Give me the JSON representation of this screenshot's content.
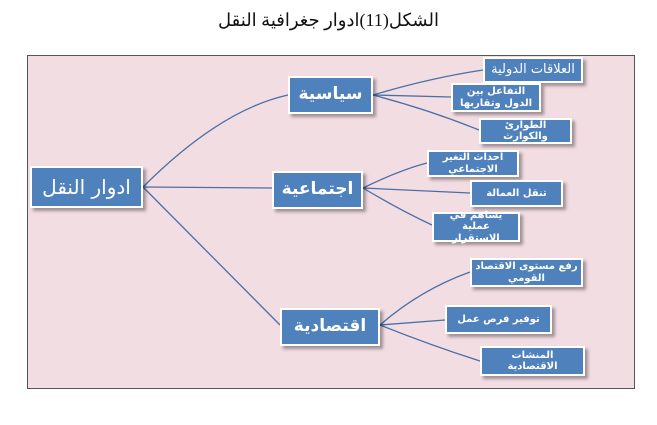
{
  "caption": "الشكل(11)ادوار جغرافية النقل",
  "root": {
    "label": "ادوار النقل"
  },
  "branches": [
    {
      "label": "سياسية",
      "children": [
        "العلاقات الدولية",
        "التفاعل بين الدول وتقاربها",
        "الطوارئ والكوارث"
      ]
    },
    {
      "label": "اجتماعية",
      "children": [
        "احداث التغير الاجتماعي",
        "تنقل العمالة",
        "يساهم في عملية الاستقرار"
      ]
    },
    {
      "label": "اقتصادية",
      "children": [
        "رفع مستوى الاقتصاد القومي",
        "توفير فرص عمل",
        "المنشات الاقتصادية"
      ]
    }
  ],
  "colors": {
    "node_fill": "#4f81bd",
    "background": "#f2dde3",
    "connector": "#4a6fa5"
  }
}
